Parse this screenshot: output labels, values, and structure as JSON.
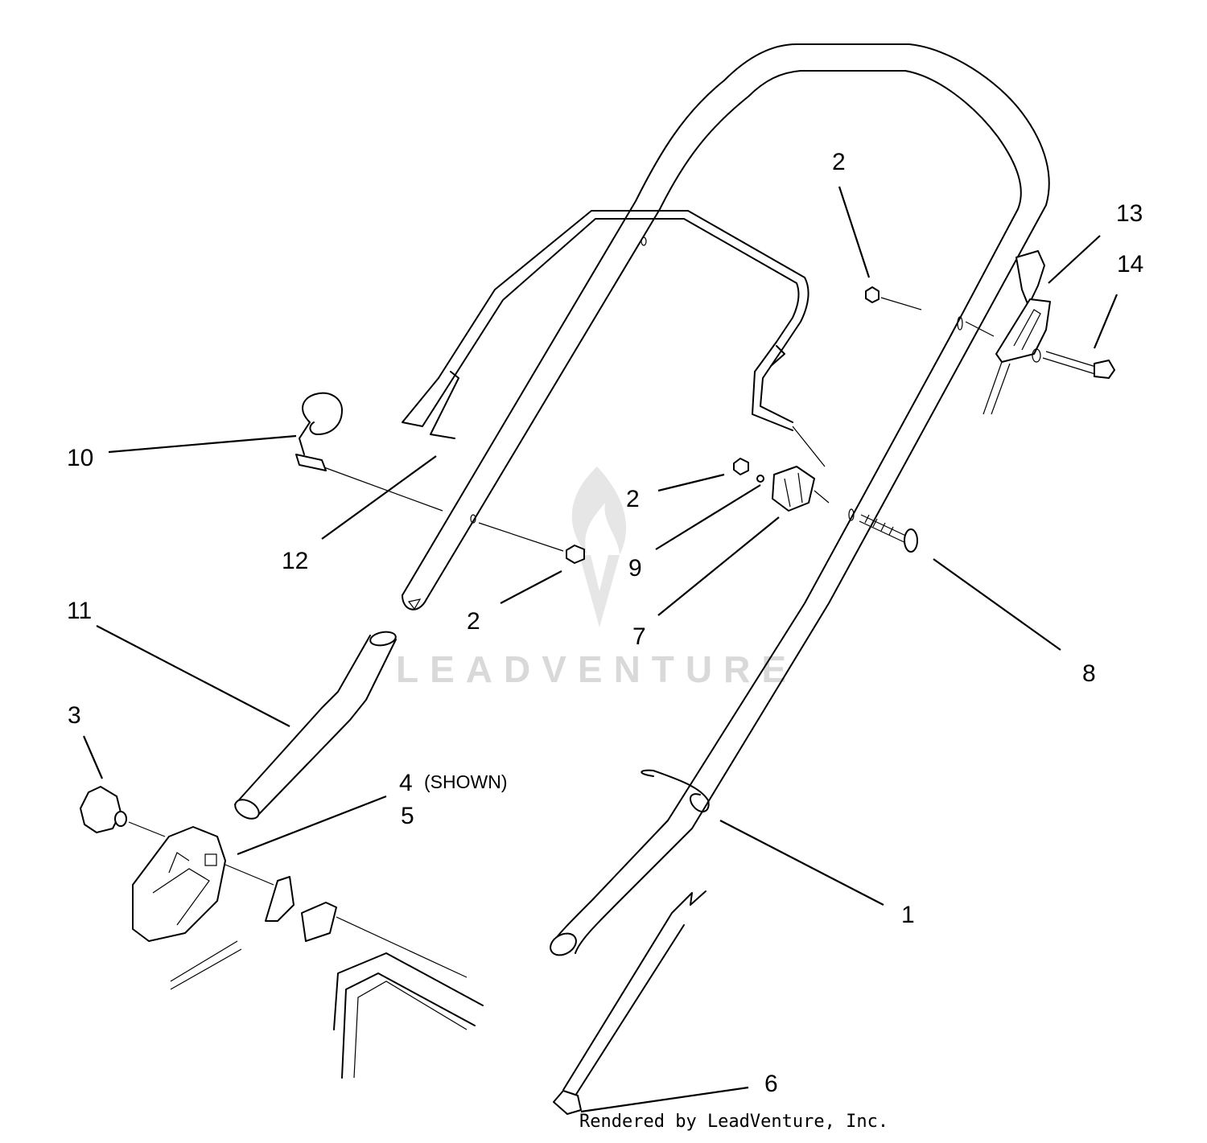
{
  "callouts": {
    "c1": "1",
    "c2a": "2",
    "c2b": "2",
    "c2c": "2",
    "c3": "3",
    "c4": "4",
    "c4_note": "(SHOWN)",
    "c5": "5",
    "c6": "6",
    "c7": "7",
    "c8": "8",
    "c9": "9",
    "c10": "10",
    "c11": "11",
    "c12": "12",
    "c13": "13",
    "c14": "14"
  },
  "watermark": {
    "brand": "LEADVENTURE",
    "icon": "leadventure-flame-logo"
  },
  "footer": {
    "credit": "Rendered by LeadVenture, Inc."
  }
}
